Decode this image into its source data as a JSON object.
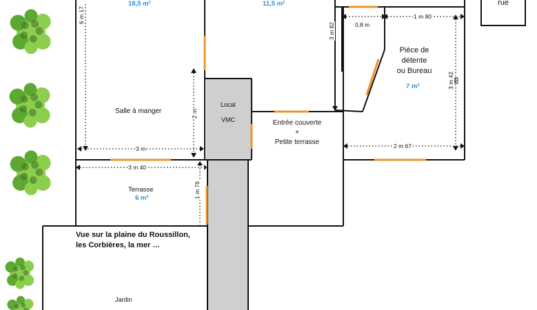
{
  "rooms": {
    "top_left_area": "18,5 m²",
    "top_mid_area": "11,5 m²",
    "salle": "Salle à manger",
    "local": "Local",
    "vmc": "VMC",
    "entree_line1": "Entrée couverte",
    "entree_line2": "+",
    "entree_line3": "Petite terrasse",
    "detente_line1": "Pièce de",
    "detente_line2": "détente",
    "detente_line3": "ou Bureau",
    "detente_area": "7 m²",
    "terrasse": "Terrasse",
    "terrasse_area": "6 m²",
    "jardin": "Jardin",
    "rue": "rue"
  },
  "view_note": {
    "line1": "Vue sur la plaine du Roussillon,",
    "line2": "les Corbières, la mer …"
  },
  "dimensions": {
    "d_6m17": "6 m 17",
    "d_3m82": "3 m 82",
    "d_0m8": "0,8 m",
    "d_1m80": "1 m 80",
    "d_3m42": "3 m 42",
    "d_2m": "2 m",
    "d_3m": "3 m",
    "d_2m67": "2 m 67",
    "d_3m40": "3 m 40",
    "d_1m76": "1 m 76"
  },
  "colors": {
    "wall": "#111111",
    "opening": "#f0932b",
    "area_text": "#2f8fd6",
    "corridor": "#cfcfcf",
    "tree": "#7cc243"
  },
  "icons": {
    "electric_socket": "plus-in-square-icon",
    "tree": "tree-icon"
  }
}
